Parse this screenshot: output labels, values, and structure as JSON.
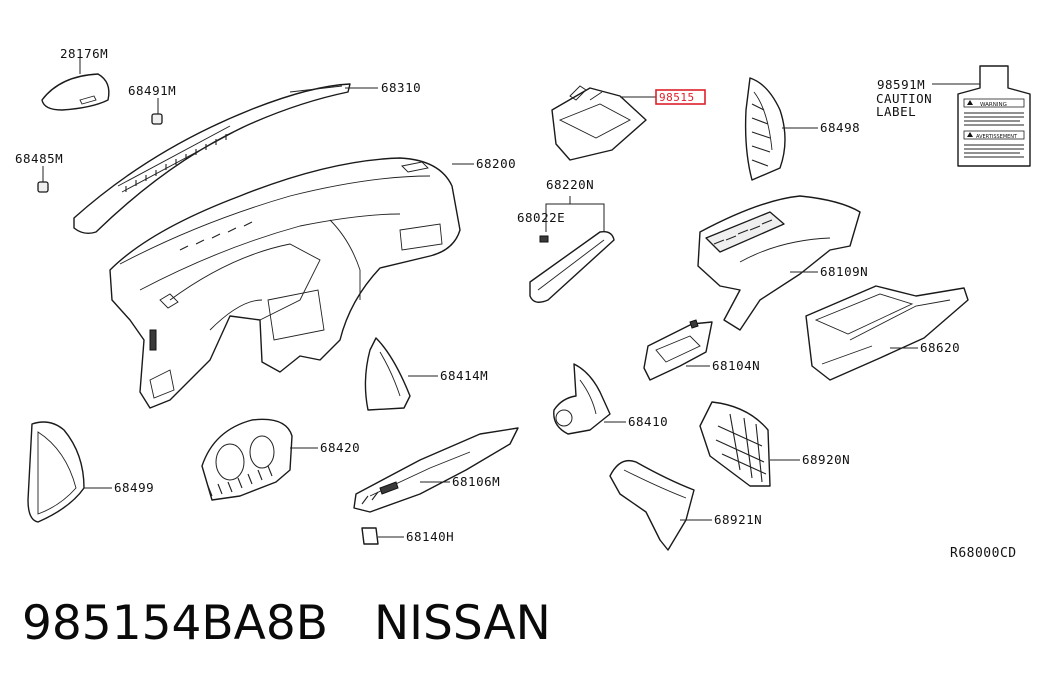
{
  "parts": {
    "p28176m": "28176M",
    "p68491m": "68491M",
    "p68485m": "68485M",
    "p68310": "68310",
    "p68200": "68200",
    "p98515": "98515",
    "p68498": "68498",
    "p98591m": "98591M",
    "caution_line1": "CAUTION",
    "caution_line2": "LABEL",
    "p68220n": "68220N",
    "p68022e": "68022E",
    "p68109n": "68109N",
    "p68620": "68620",
    "p68104n": "68104N",
    "p68414m": "68414M",
    "p68410": "68410",
    "p68420": "68420",
    "p68499": "68499",
    "p68106m": "68106M",
    "p68920n": "68920N",
    "p68921n": "68921N",
    "p68140h": "68140H"
  },
  "diagram_code": "R68000CD",
  "label_card": {
    "warning": "WARNING",
    "avertissement": "AVERTISSEMENT"
  },
  "highlight_color": "#e0202a",
  "footer": {
    "part_number": "985154BA8B",
    "brand": "NISSAN"
  }
}
